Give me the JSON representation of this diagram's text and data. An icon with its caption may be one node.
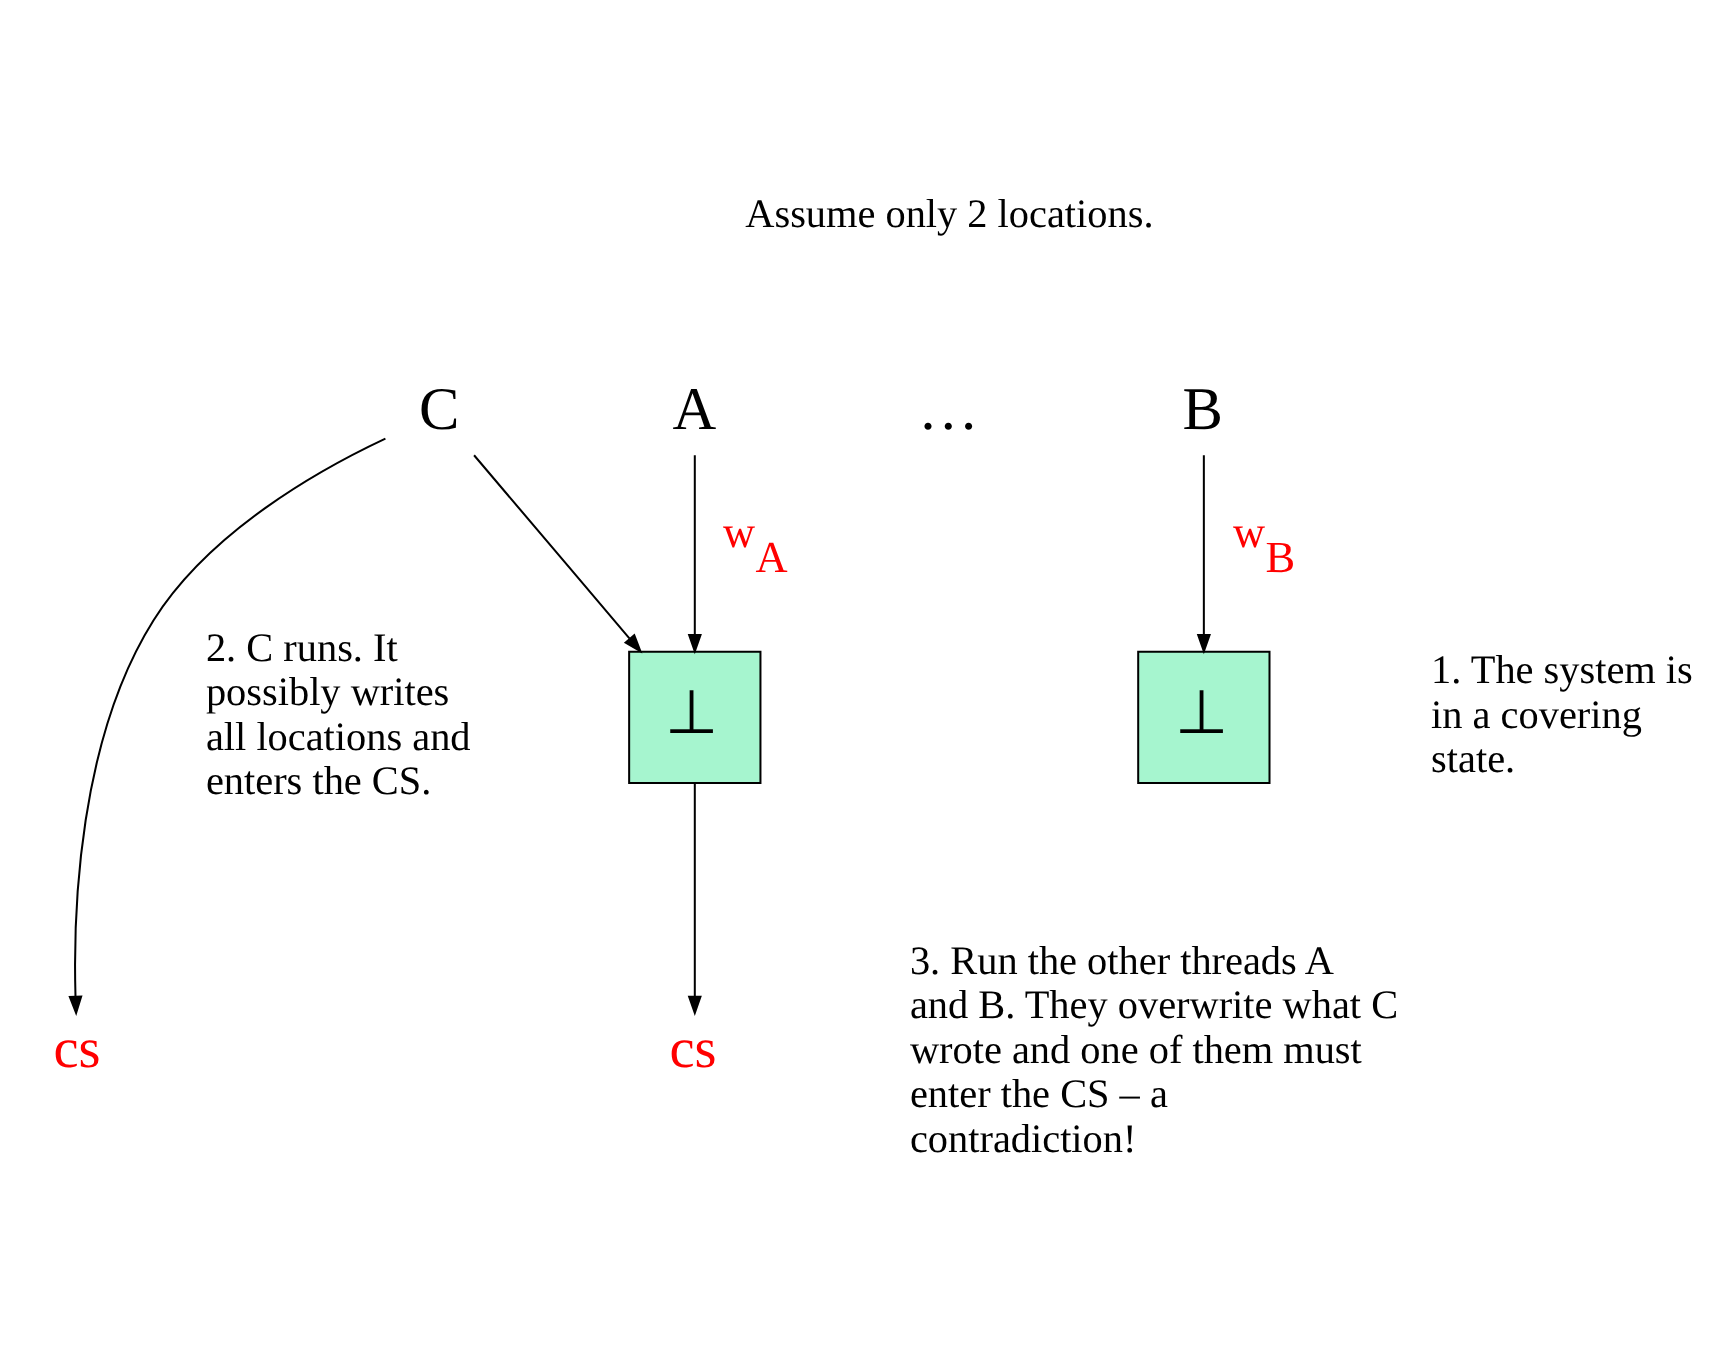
{
  "diagram": {
    "nodes": [
      {
        "text": [
          "C"
        ]
      },
      {
        "text": [
          "A"
        ]
      },
      {
        "text": [
          "B"
        ]
      },
      {
        "text": [
          "⊥"
        ]
      },
      {
        "text": [
          "⊥"
        ]
      },
      {
        "text": [
          "cs"
        ]
      },
      {
        "text": [
          "cs"
        ]
      }
    ],
    "edges": [
      {
        "from": 0,
        "to": 5,
        "arrow": "to"
      },
      {
        "from": 0,
        "to": 3,
        "arrow": "to"
      },
      {
        "from": 1,
        "to": 3,
        "arrow": "to",
        "label": "w$_{A}$"
      },
      {
        "from": 2,
        "to": 4,
        "arrow": "to",
        "label": "w$_{B}$"
      },
      {
        "from": 3,
        "to": 6,
        "arrow": "to"
      }
    ],
    "labels": [
      "Assume only 2 locations.",
      "…",
      "1. The system is in a covering state.",
      "2. C runs. It possibly writes all locations and enters the CS.",
      "3. Run the other threads A and B. They overwrite what C wrote and one of them must enter the CS – a contradiction!"
    ]
  }
}
